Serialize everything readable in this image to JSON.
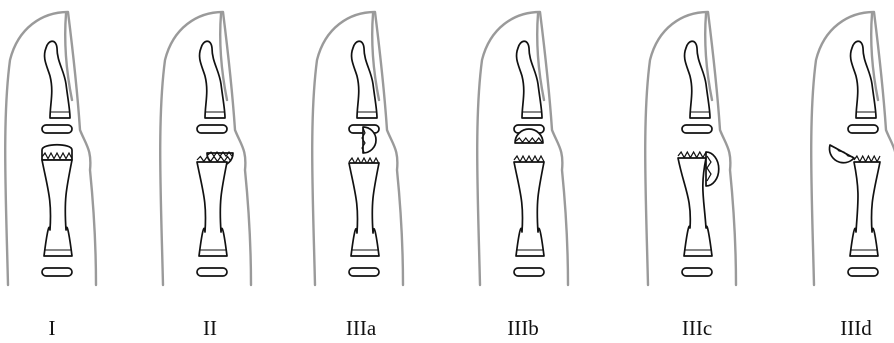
{
  "figure": {
    "panels": [
      {
        "label": "I",
        "type": "I",
        "color": "#111111"
      },
      {
        "label": "II",
        "type": "II",
        "color": "#111111"
      },
      {
        "label": "IIIa",
        "type": "IIIa",
        "color": "#111111"
      },
      {
        "label": "IIIb",
        "type": "IIIb",
        "color": "#111111"
      },
      {
        "label": "IIIc",
        "type": "IIIc",
        "color": "#111111"
      },
      {
        "label": "IIId",
        "type": "IIId",
        "color": "#111111"
      }
    ],
    "outline_color": "#9a9a9a"
  }
}
